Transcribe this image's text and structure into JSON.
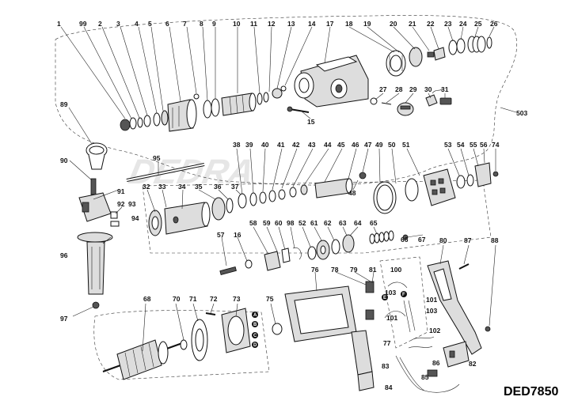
{
  "model": "DED7850",
  "watermark": "DEDRA",
  "callouts": [
    {
      "id": "c1",
      "text": "1"
    },
    {
      "id": "c99",
      "text": "99"
    },
    {
      "id": "c2",
      "text": "2"
    },
    {
      "id": "c3",
      "text": "3"
    },
    {
      "id": "c4",
      "text": "4"
    },
    {
      "id": "c5",
      "text": "5"
    },
    {
      "id": "c6",
      "text": "6"
    },
    {
      "id": "c7",
      "text": "7"
    },
    {
      "id": "c8",
      "text": "8"
    },
    {
      "id": "c9",
      "text": "9"
    },
    {
      "id": "c10",
      "text": "10"
    },
    {
      "id": "c11",
      "text": "11"
    },
    {
      "id": "c12",
      "text": "12"
    },
    {
      "id": "c13",
      "text": "13"
    },
    {
      "id": "c14",
      "text": "14"
    },
    {
      "id": "c17",
      "text": "17"
    },
    {
      "id": "c18",
      "text": "18"
    },
    {
      "id": "c19",
      "text": "19"
    },
    {
      "id": "c20",
      "text": "20"
    },
    {
      "id": "c21",
      "text": "21"
    },
    {
      "id": "c22",
      "text": "22"
    },
    {
      "id": "c23",
      "text": "23"
    },
    {
      "id": "c24",
      "text": "24"
    },
    {
      "id": "c25",
      "text": "25"
    },
    {
      "id": "c26",
      "text": "26"
    },
    {
      "id": "c27",
      "text": "27"
    },
    {
      "id": "c28",
      "text": "28"
    },
    {
      "id": "c29",
      "text": "29"
    },
    {
      "id": "c30",
      "text": "30"
    },
    {
      "id": "c31",
      "text": "31"
    },
    {
      "id": "c15",
      "text": "15"
    },
    {
      "id": "c503",
      "text": "503"
    },
    {
      "id": "c89",
      "text": "89"
    },
    {
      "id": "c90",
      "text": "90"
    },
    {
      "id": "c95",
      "text": "95"
    },
    {
      "id": "c91",
      "text": "91"
    },
    {
      "id": "c92",
      "text": "92"
    },
    {
      "id": "c93",
      "text": "93"
    },
    {
      "id": "c94",
      "text": "94"
    },
    {
      "id": "c96",
      "text": "96"
    },
    {
      "id": "c97",
      "text": "97"
    },
    {
      "id": "c32",
      "text": "32"
    },
    {
      "id": "c33",
      "text": "33"
    },
    {
      "id": "c34",
      "text": "34"
    },
    {
      "id": "c35",
      "text": "35"
    },
    {
      "id": "c36",
      "text": "36"
    },
    {
      "id": "c37",
      "text": "37"
    },
    {
      "id": "c38",
      "text": "38"
    },
    {
      "id": "c39",
      "text": "39"
    },
    {
      "id": "c40",
      "text": "40"
    },
    {
      "id": "c41",
      "text": "41"
    },
    {
      "id": "c42",
      "text": "42"
    },
    {
      "id": "c43",
      "text": "43"
    },
    {
      "id": "c44",
      "text": "44"
    },
    {
      "id": "c45",
      "text": "45"
    },
    {
      "id": "c46",
      "text": "46"
    },
    {
      "id": "c47",
      "text": "47"
    },
    {
      "id": "c49",
      "text": "49"
    },
    {
      "id": "c50",
      "text": "50"
    },
    {
      "id": "c51",
      "text": "51"
    },
    {
      "id": "c48",
      "text": "48"
    },
    {
      "id": "c53",
      "text": "53"
    },
    {
      "id": "c54",
      "text": "54"
    },
    {
      "id": "c55",
      "text": "55"
    },
    {
      "id": "c56",
      "text": "56"
    },
    {
      "id": "c74",
      "text": "74"
    },
    {
      "id": "c57",
      "text": "57"
    },
    {
      "id": "c16",
      "text": "16"
    },
    {
      "id": "c58",
      "text": "58"
    },
    {
      "id": "c59",
      "text": "59"
    },
    {
      "id": "c60",
      "text": "60"
    },
    {
      "id": "c98",
      "text": "98"
    },
    {
      "id": "c52",
      "text": "52"
    },
    {
      "id": "c61",
      "text": "61"
    },
    {
      "id": "c62",
      "text": "62"
    },
    {
      "id": "c63",
      "text": "63"
    },
    {
      "id": "c64",
      "text": "64"
    },
    {
      "id": "c65",
      "text": "65"
    },
    {
      "id": "c66",
      "text": "66"
    },
    {
      "id": "c67",
      "text": "67"
    },
    {
      "id": "c80",
      "text": "80"
    },
    {
      "id": "c87",
      "text": "87"
    },
    {
      "id": "c88",
      "text": "88"
    },
    {
      "id": "c76",
      "text": "76"
    },
    {
      "id": "c78",
      "text": "78"
    },
    {
      "id": "c79",
      "text": "79"
    },
    {
      "id": "c81",
      "text": "81"
    },
    {
      "id": "c100",
      "text": "100"
    },
    {
      "id": "c103",
      "text": "103"
    },
    {
      "id": "c101a",
      "text": "101"
    },
    {
      "id": "c103b",
      "text": "103"
    },
    {
      "id": "c101b",
      "text": "101"
    },
    {
      "id": "c102",
      "text": "102"
    },
    {
      "id": "c77",
      "text": "77"
    },
    {
      "id": "c86",
      "text": "86"
    },
    {
      "id": "c82",
      "text": "82"
    },
    {
      "id": "c85",
      "text": "85"
    },
    {
      "id": "c83",
      "text": "83"
    },
    {
      "id": "c84",
      "text": "84"
    },
    {
      "id": "c68",
      "text": "68"
    },
    {
      "id": "c70",
      "text": "70"
    },
    {
      "id": "c71",
      "text": "71"
    },
    {
      "id": "c72",
      "text": "72"
    },
    {
      "id": "c73",
      "text": "73"
    },
    {
      "id": "c75",
      "text": "75"
    }
  ],
  "wire_markers": [
    "A",
    "B",
    "C",
    "D",
    "E",
    "F"
  ]
}
